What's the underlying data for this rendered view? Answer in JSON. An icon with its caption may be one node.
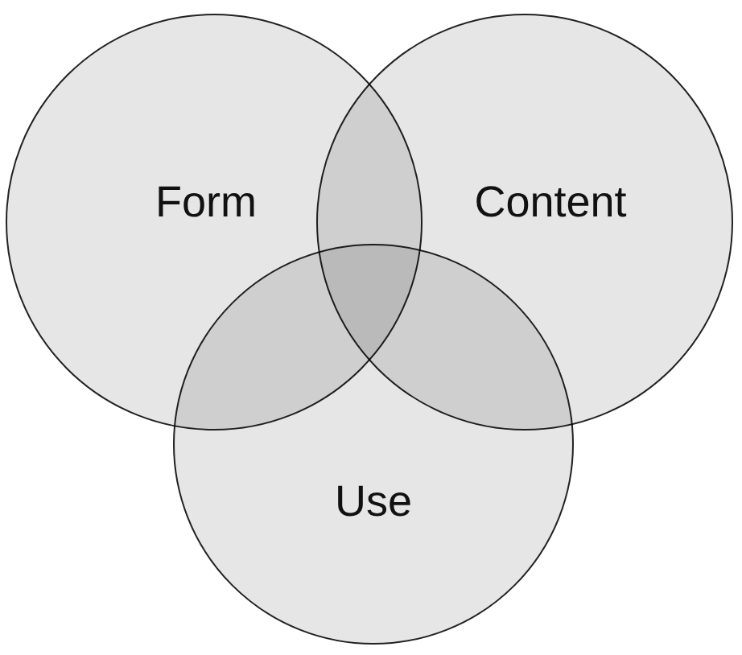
{
  "diagram": {
    "nodes": [
      {
        "text": [
          "Form"
        ]
      },
      {
        "text": [
          "Content"
        ]
      },
      {
        "text": [
          "Use"
        ]
      }
    ]
  }
}
